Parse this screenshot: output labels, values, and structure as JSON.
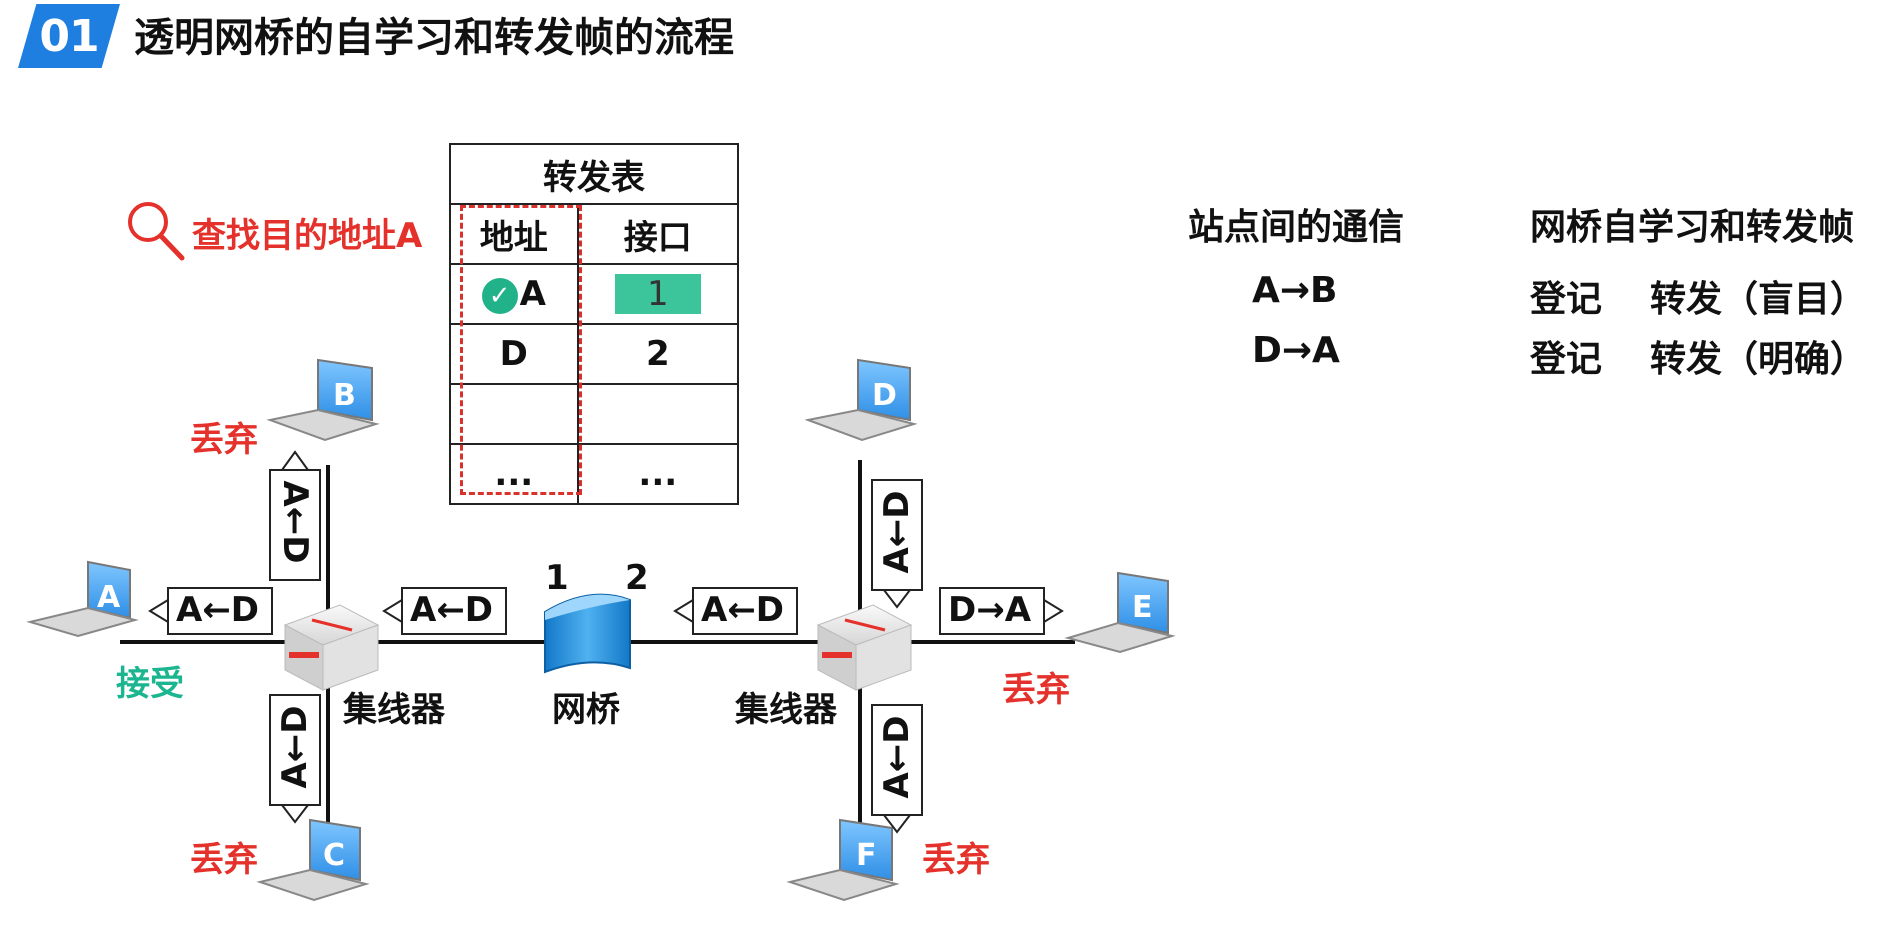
{
  "header": {
    "badge": "01",
    "title": "透明网桥的自学习和转发帧的流程"
  },
  "search": {
    "label": "查找目的地址A"
  },
  "table": {
    "caption": "转发表",
    "col_address": "地址",
    "col_port": "接口",
    "rows": [
      {
        "address": "A",
        "port": "1"
      },
      {
        "address": "D",
        "port": "2"
      },
      {
        "address": "",
        "port": ""
      },
      {
        "address": "...",
        "port": "..."
      }
    ]
  },
  "stations": {
    "A": "A",
    "B": "B",
    "C": "C",
    "D": "D",
    "E": "E",
    "F": "F"
  },
  "devices": {
    "hub_left": "集线器",
    "hub_right": "集线器",
    "bridge": "网桥",
    "port1": "1",
    "port2": "2"
  },
  "frames": {
    "a_d": "A←D",
    "d_a": "D→A"
  },
  "status": {
    "accept": "接受",
    "drop_b": "丢弃",
    "drop_c": "丢弃",
    "drop_e": "丢弃",
    "drop_f": "丢弃"
  },
  "summary": {
    "col1_header": "站点间的通信",
    "col2_header": "网桥自学习和转发帧",
    "rows": [
      {
        "comm": "A→B",
        "learn": "登记",
        "forward": "转发（盲目）"
      },
      {
        "comm": "D→A",
        "learn": "登记",
        "forward": "转发（明确）"
      }
    ]
  },
  "colors": {
    "accent_blue": "#1f7fe0",
    "red": "#e5312b",
    "green": "#1bb58f",
    "highlight": "#3cc59b"
  }
}
